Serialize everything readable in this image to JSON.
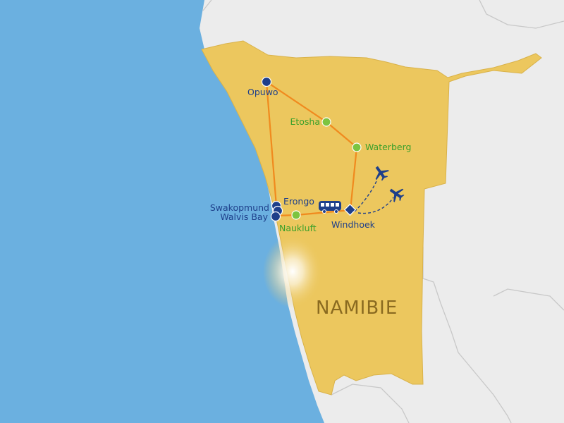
{
  "country_label": "NAMIBIE",
  "colors": {
    "ocean": "#6bb0e0",
    "land": "#ececec",
    "border": "#c8c8c8",
    "namibia": "#ecc75e",
    "route": "#f08a1e",
    "marker_blue": "#1e3f8a",
    "marker_green": "#7cc440",
    "label_blue": "#1e3f8a",
    "label_green": "#3aa02a"
  },
  "places": [
    {
      "id": "opuwo",
      "name": "Opuwo",
      "type": "blue"
    },
    {
      "id": "etosha",
      "name": "Etosha",
      "type": "green"
    },
    {
      "id": "waterberg",
      "name": "Waterberg",
      "type": "green"
    },
    {
      "id": "erongo",
      "name": "Erongo",
      "type": "blue"
    },
    {
      "id": "swakopmund",
      "name": "Swakopmund",
      "type": "blue"
    },
    {
      "id": "walvis-bay",
      "name": "Walvis Bay",
      "type": "blue"
    },
    {
      "id": "naukluft",
      "name": "Naukluft",
      "type": "green"
    },
    {
      "id": "windhoek",
      "name": "Windhoek",
      "type": "airport"
    }
  ],
  "icons": [
    "airplane-icon",
    "airplane-icon",
    "bus-icon"
  ]
}
